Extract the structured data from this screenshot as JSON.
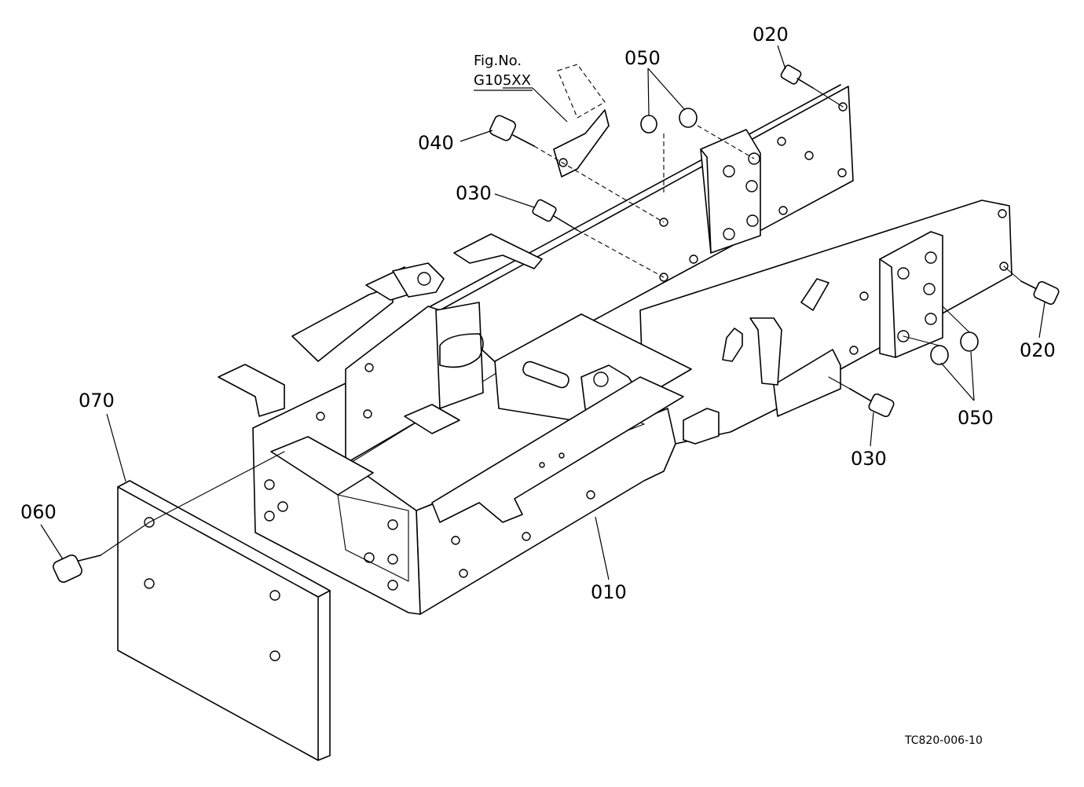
{
  "figure_reference": {
    "line1": "Fig.No.",
    "line2": "G105XX"
  },
  "callouts": {
    "p010": "010",
    "p020_top": "020",
    "p020_right": "020",
    "p030_top": "030",
    "p030_bottom": "030",
    "p040": "040",
    "p050_top": "050",
    "p050_bottom": "050",
    "p060": "060",
    "p070": "070"
  },
  "drawing_code": "TC820-006-10"
}
